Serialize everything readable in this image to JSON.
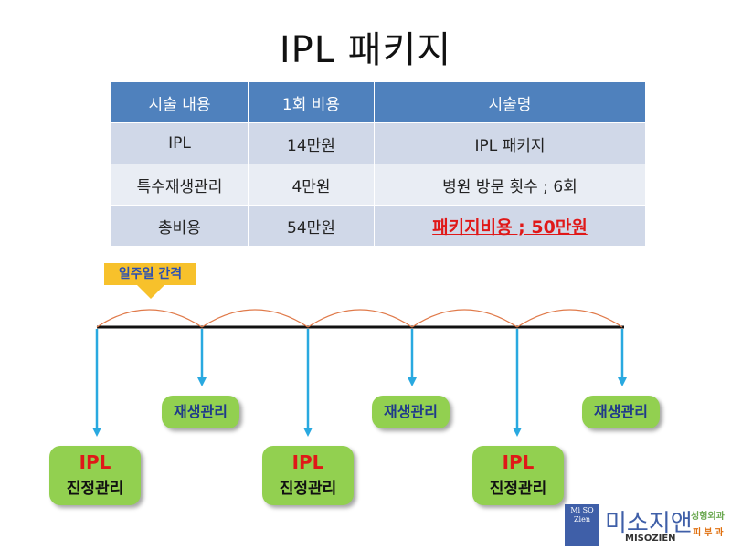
{
  "title": "IPL 패키지",
  "table": {
    "headers": [
      "시술 내용",
      "1회  비용",
      "시술명"
    ],
    "rows": [
      [
        "IPL",
        "14만원",
        "IPL 패키지"
      ],
      [
        "특수재생관리",
        "4만원",
        "병원 방문 횟수 ; 6회"
      ],
      [
        "총비용",
        "54만원",
        "패키지비용 ; 50만원"
      ]
    ]
  },
  "interval_label": "일주일 간격",
  "regen_label": "재생관리",
  "ipl_label": "IPL",
  "calm_label": "진정관리",
  "logo": {
    "mark": "Mi SO Zien",
    "korean": "미소지앤",
    "english": "MISOZIEN",
    "sub1": "성형외과",
    "sub2": "피부과"
  },
  "colors": {
    "header_bg": "#4f81bd",
    "row_dark": "#d0d8e8",
    "row_light": "#e9edf4",
    "highlight": "#e01818",
    "arrow": "#29a9e0",
    "box_green": "#92d050",
    "arc": "#e07a4a",
    "interval_bg": "#f7c12b"
  }
}
